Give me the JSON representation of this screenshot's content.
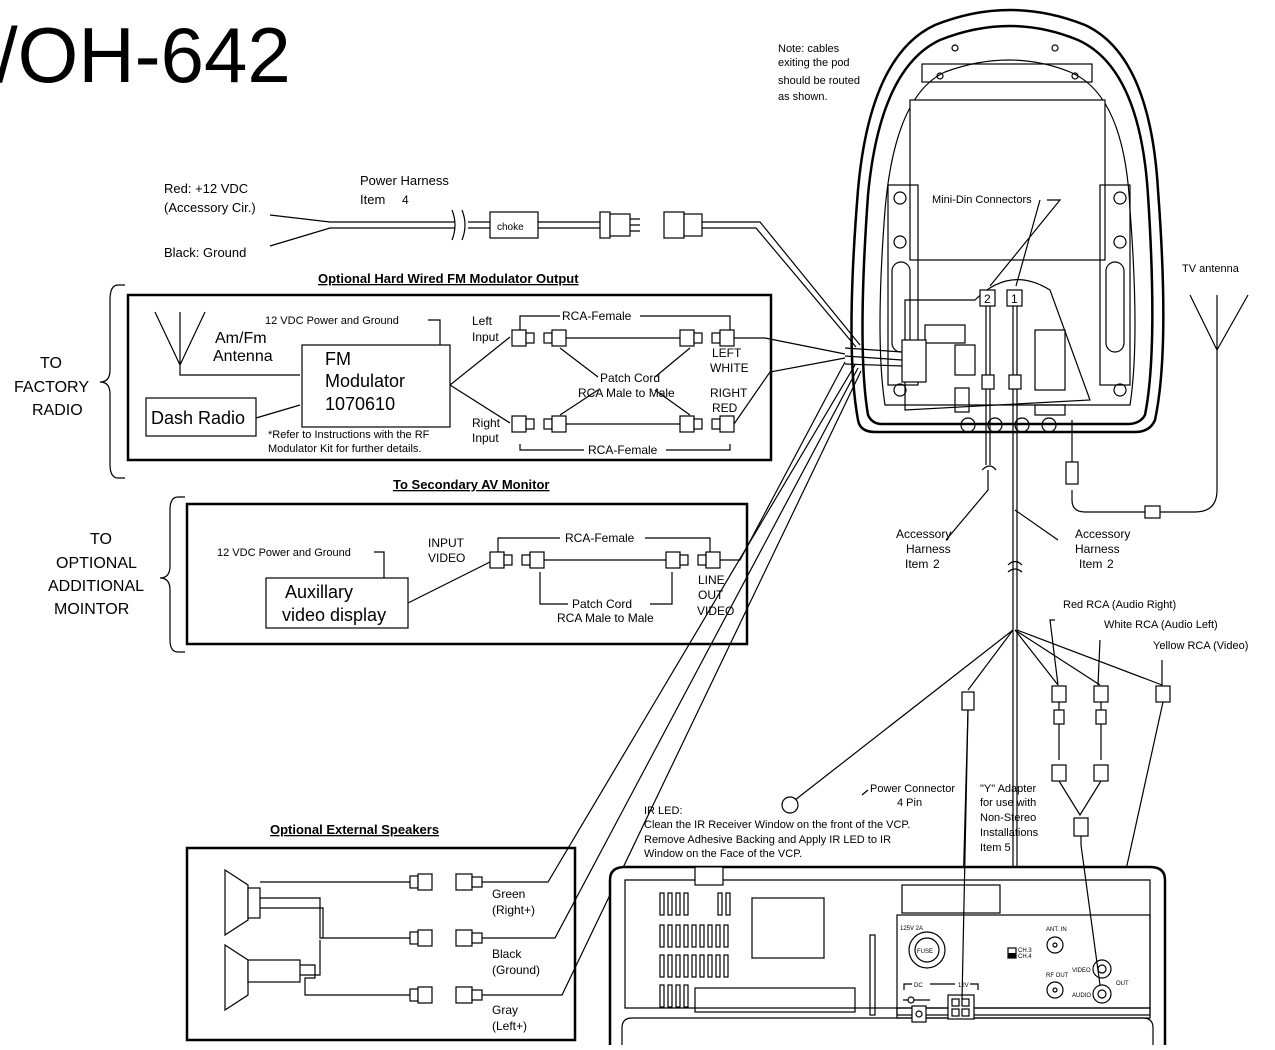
{
  "title": "/OH-642",
  "note": [
    "Note: cables",
    "exiting the pod",
    "should be routed",
    "as shown."
  ],
  "power": {
    "red_1": "Red: +12 VDC",
    "red_2": "(Accessory Cir.)",
    "black": "Black: Ground",
    "harness_1": "Power Harness",
    "harness_2": "Item",
    "harness_num": "4",
    "choke": "choke"
  },
  "fm": {
    "heading": "Optional Hard Wired FM Modulator Output",
    "power_label": "12 VDC Power and Ground",
    "antenna_1": "Am/Fm",
    "antenna_2": "Antenna",
    "mod_1": "FM",
    "mod_2": "Modulator",
    "mod_3": "1070610",
    "dash": "Dash Radio",
    "refer_1": "*Refer to Instructions with the RF",
    "refer_2": "Modulator Kit for further details.",
    "left_input_1": "Left",
    "left_input_2": "Input",
    "right_input_1": "Right",
    "right_input_2": "Input",
    "rca_female_top": "RCA-Female",
    "rca_female_bottom": "RCA-Female",
    "patch_1": "Patch Cord",
    "patch_2": "RCA Male to Male",
    "left_white_1": "LEFT",
    "left_white_2": "WHITE",
    "right_red_1": "RIGHT",
    "right_red_2": "RED"
  },
  "to_factory": [
    "TO",
    "FACTORY",
    "RADIO"
  ],
  "av": {
    "heading": "To Secondary AV Monitor",
    "power_label": "12 VDC Power and Ground",
    "input_1": "INPUT",
    "input_2": "VIDEO",
    "rca_female": "RCA-Female",
    "aux_1": "Auxillary",
    "aux_2": "video display",
    "patch_1": "Patch Cord",
    "patch_2": "RCA Male to Male",
    "line_1": "LINE",
    "line_2": "OUT",
    "line_3": "VIDEO"
  },
  "to_optional": [
    "TO",
    "OPTIONAL",
    "ADDITIONAL",
    "MOINTOR"
  ],
  "pod": {
    "minidin": "Mini-Din Connectors",
    "conn_2": "2",
    "conn_1": "1",
    "tv_antenna": "TV antenna"
  },
  "accessory": {
    "left_1": "Accessory",
    "left_2": "Harness",
    "left_3": "Item",
    "left_num": "2",
    "right_1": "Accessory",
    "right_2": "Harness",
    "right_3": "Item",
    "right_num": "2"
  },
  "rca": {
    "red": "Red RCA (Audio Right)",
    "white": "White RCA (Audio Left)",
    "yellow": "Yellow RCA (Video)"
  },
  "power_conn_1": "Power Connector",
  "power_conn_2": "4 Pin",
  "y_adapter": [
    "\"Y\" Adapter",
    "for use with",
    "Non-Stereo",
    "Installations",
    "Item 5"
  ],
  "ir": [
    "IR LED:",
    "Clean the IR Receiver Window on the front of the VCP.",
    "Remove Adhesive Backing and Apply IR LED to IR",
    "Window on the Face of the VCP."
  ],
  "speakers": {
    "heading": "Optional External Speakers",
    "green_1": "Green",
    "green_2": "(Right+)",
    "black_1": "Black",
    "black_2": "(Ground)",
    "gray_1": "Gray",
    "gray_2": "(Left+)"
  },
  "vcp": {
    "fuse_rating": "125V 2A",
    "fuse": "FUSE",
    "dc": "DC",
    "v12": "12V",
    "ch3": "CH.3",
    "ch4": "CH.4",
    "ant_in": "ANT. IN",
    "rf_out": "RF OUT",
    "video": "VIDEO",
    "audio": "AUDIO",
    "out": "OUT"
  }
}
